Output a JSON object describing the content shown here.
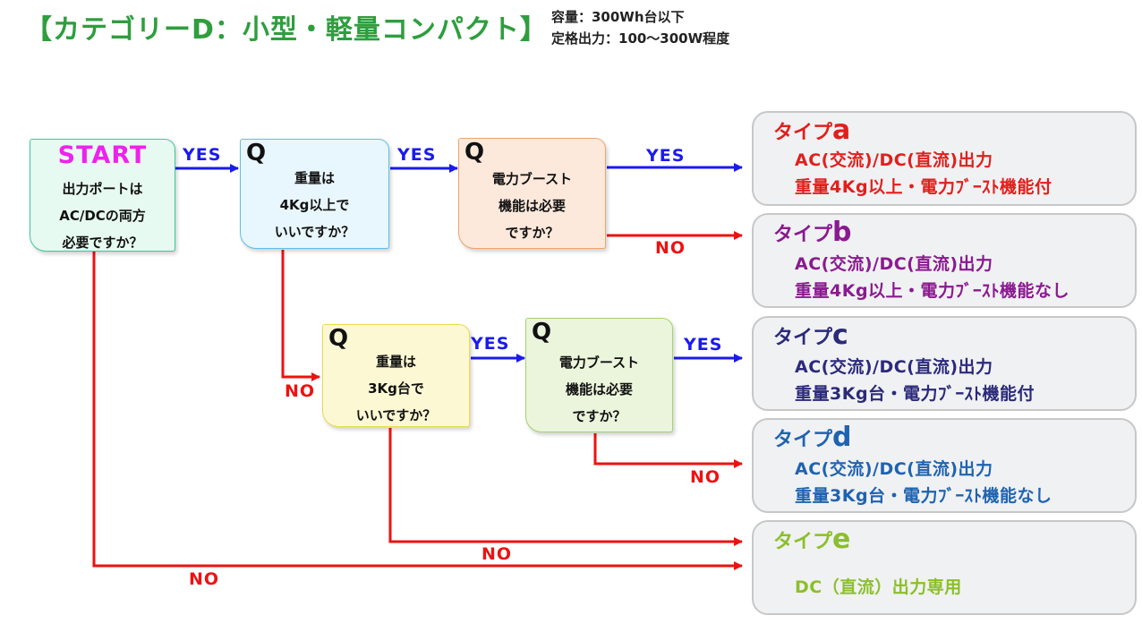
{
  "header": {
    "title": "【カテゴリーD：小型・軽量コンパクト】",
    "spec_capacity": "容量：300Wh台以下",
    "spec_output": "定格出力：100〜300W程度"
  },
  "colors": {
    "yes_arrow": "#1a1aee",
    "no_arrow": "#ee1111",
    "type_a": "#e0201d",
    "type_b": "#8a1a8f",
    "type_c": "#2b2a7a",
    "type_d": "#1f63b0",
    "type_e": "#8bbf2a"
  },
  "nodes": {
    "start": {
      "heading": "START",
      "text": "出力ポートは\nAC/DCの両方\n必要ですか？"
    },
    "q1": {
      "mark": "Q",
      "text": "重量は\n4Kg以上で\nいいですか？"
    },
    "q2": {
      "mark": "Q",
      "text": "電力ブースト\n機能は必要\nですか？"
    },
    "q3": {
      "mark": "Q",
      "text": "重量は\n3Kg台で\nいいですか？"
    },
    "q4": {
      "mark": "Q",
      "text": "電力ブースト\n機能は必要\nですか？"
    }
  },
  "labels": {
    "yes": "YES",
    "no": "NO"
  },
  "types": [
    {
      "prefix": "タイプ",
      "letter": "a",
      "line1": "AC(交流)/DC(直流)出力",
      "line2": "重量4Kg以上・電力ﾌﾞｰｽﾄ機能付"
    },
    {
      "prefix": "タイプ",
      "letter": "b",
      "line1": "AC(交流)/DC(直流)出力",
      "line2": "重量4Kg以上・電力ﾌﾞｰｽﾄ機能なし"
    },
    {
      "prefix": "タイプ",
      "letter": "c",
      "line1": "AC(交流)/DC(直流)出力",
      "line2": "重量3Kg台・電力ﾌﾞｰｽﾄ機能付"
    },
    {
      "prefix": "タイプ",
      "letter": "d",
      "line1": "AC(交流)/DC(直流)出力",
      "line2": "重量3Kg台・電力ﾌﾞｰｽﾄ機能なし"
    },
    {
      "prefix": "タイプ",
      "letter": "e",
      "line1": "DC（直流）出力専用"
    }
  ]
}
